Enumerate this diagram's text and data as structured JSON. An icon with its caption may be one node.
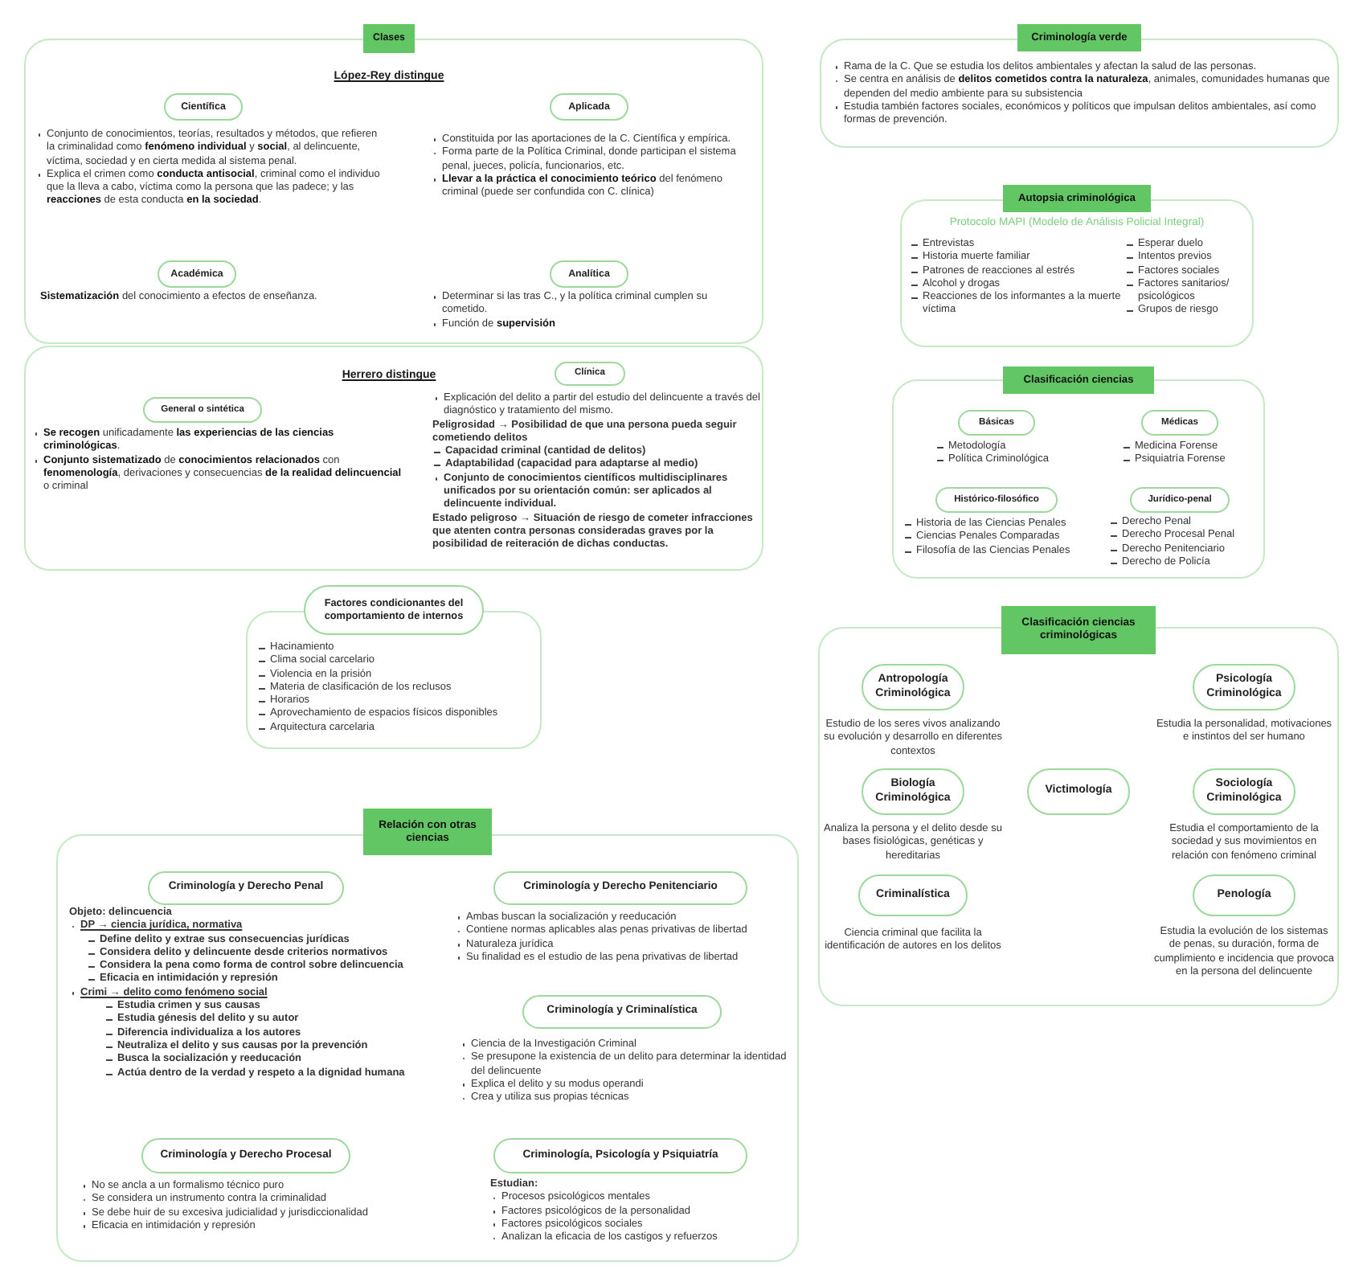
{
  "diagram": {
    "nodes": [
      {
        "text": [
          "Clases",
          "López-Rey distingue"
        ]
      },
      {
        "text": [
          "Científica"
        ],
        "in": 0,
        "beside": [
          "Conjunto de conocimientos, teorías, resultados y métodos, que refieren la criminalidad como **fenómeno individual** y **social**, al delincuente, víctima, sociedad y en cierta medida al sistema penal.",
          "Explica el crimen como **conducta antisocial**, criminal como el individuo que la lleva a cabo, víctima como la persona que las padece; y las **reacciones** de esta conducta **en la sociedad**."
        ]
      },
      {
        "text": [
          "Aplicada"
        ],
        "in": 0,
        "beside": [
          "Constituida por las aportaciones de la C. Científica y empírica.",
          "Forma parte de la Política Criminal, donde participan el sistema penal, jueces, policía, funcionarios, etc.",
          "**Llevar a la práctica el conocimiento teórico** del fenómeno criminal (puede ser confundida con C. clínica)"
        ]
      },
      {
        "text": [
          "Académica"
        ],
        "in": 0,
        "beside": [
          "**Sistematización** del conocimiento a efectos de enseñanza."
        ]
      },
      {
        "text": [
          "Analítica"
        ],
        "in": 0,
        "beside": [
          "Determinar si las tras C., y la política criminal cumplen su cometido.",
          "Función de **supervisión**"
        ]
      },
      {
        "text": [
          "Herrero distingue"
        ]
      },
      {
        "text": [
          "General o sintética"
        ],
        "in": 5,
        "beside": [
          "**Se recogen** unificadamente **las experiencias de las ciencias criminológicas**.",
          "**Conjunto sistematizado** de **conocimientos relacionados** con **fenomenología**, derivaciones y consecuencias **de la realidad delincuencial** o criminal"
        ]
      },
      {
        "text": [
          "Clínica"
        ],
        "in": 5,
        "beside": [
          "Explicación del delito a partir del estudio del delincuente a través del diagnóstico y tratamiento del mismo.",
          "Peligrosidad → Posibilidad de que una persona pueda seguir cometiendo delitos",
          "Capacidad criminal (cantidad de delitos)",
          "Adaptabilidad (capacidad para adaptarse al medio)",
          "Conjunto de conocimientos científicos multidisciplinares unificados por su orientación común: ser aplicados al delincuente individual.",
          "Estado peligroso → Situación de riesgo de cometer infracciones que atenten contra personas consideradas graves por la posibilidad de reiteración de dichas conductas."
        ]
      },
      {
        "text": [
          "Factores condicionantes del comportamiento de internos",
          "Hacinamiento",
          "Clima social carcelario",
          "Violencia en la prisión",
          "Materia de clasificación de los reclusos",
          "Horarios",
          "Aprovechamiento de espacios físicos disponibles",
          "Arquitectura carcelaria"
        ]
      },
      {
        "text": [
          "Relación con otras ciencias"
        ]
      },
      {
        "text": [
          "Criminología y Derecho Penal"
        ],
        "in": 9,
        "beside": [
          "Objeto: delincuencia",
          "DP → ciencia jurídica, normativa",
          "Define delito y extrae sus consecuencias jurídicas",
          "Considera delito y delincuente desde criterios normativos",
          "Considera la pena como forma de control sobre delincuencia",
          "Eficacia en intimidación y represión",
          "Crimi → delito como fenómeno social",
          "Estudia crimen y sus causas",
          "Estudia génesis del delito y su autor",
          "Diferencia individualiza a los autores",
          "Neutraliza el delito y sus causas por la prevención",
          "Busca la socialización y reeducación",
          "Actúa dentro de la verdad y respeto a la dignidad humana"
        ]
      },
      {
        "text": [
          "Criminología y Derecho Penitenciario"
        ],
        "in": 9,
        "beside": [
          "Ambas buscan la socialización y reeducación",
          "Contiene normas aplicables alas penas privativas de libertad",
          "Naturaleza jurídica",
          "Su finalidad es el estudio de las pena privativas de libertad"
        ]
      },
      {
        "text": [
          "Criminología y Criminalística"
        ],
        "in": 9,
        "beside": [
          "Ciencia de la Investigación Criminal",
          "Se presupone la existencia de un delito para determinar la identidad del delincuente",
          "Explica el delito y su modus operandi",
          "Crea y utiliza sus propias técnicas"
        ]
      },
      {
        "text": [
          "Criminología y Derecho Procesal"
        ],
        "in": 9,
        "beside": [
          "No se ancla a un formalismo técnico puro",
          "Se considera un instrumento contra la criminalidad",
          "Se debe huir de su excesiva judicialidad y jurisdiccionalidad",
          "Eficacia en intimidación y represión"
        ]
      },
      {
        "text": [
          "Criminología, Psicología y Psiquiatría"
        ],
        "in": 9,
        "beside": [
          "Estudian:",
          "Procesos psicológicos mentales",
          "Factores psicológicos de la personalidad",
          "Factores psicológicos sociales",
          "Analizan la eficacia de los castigos y refuerzos"
        ]
      },
      {
        "text": [
          "Criminología verde",
          "Rama de la C. Que se estudia los delitos ambientales y afectan la salud de las personas.",
          "Se centra en análisis de **delitos cometidos contra la naturaleza**, animales, comunidades humanas que dependen del medio ambiente para su subsistencia",
          "Estudia también factores sociales, económicos y políticos que impulsan delitos ambientales, así como formas de prevención."
        ]
      },
      {
        "text": [
          "Autopsia criminológica",
          "Protocolo MAPI (Modelo de Análisis Policial Integral)",
          "Entrevistas",
          "Historia muerte familiar",
          "Patrones de reacciones al estrés",
          "Alcohol y drogas",
          "Reacciones de los informantes a la muerte víctima",
          "Esperar duelo",
          "Intentos previos",
          "Factores sociales",
          "Factores sanitarios/ psicológicos",
          "Grupos de riesgo"
        ]
      },
      {
        "text": [
          "Clasificación ciencias"
        ]
      },
      {
        "text": [
          "Básicas"
        ],
        "in": 17,
        "beside": [
          "Metodología",
          "Política Criminológica"
        ]
      },
      {
        "text": [
          "Médicas"
        ],
        "in": 17,
        "beside": [
          "Medicina Forense",
          "Psiquiatría Forense"
        ]
      },
      {
        "text": [
          "Histórico-filosófico"
        ],
        "in": 17,
        "beside": [
          "Historia de las Ciencias Penales",
          "Ciencias Penales Comparadas",
          "Filosofía de las Ciencias Penales"
        ]
      },
      {
        "text": [
          "Jurídico-penal"
        ],
        "in": 17,
        "beside": [
          "Derecho Penal",
          "Derecho Procesal Penal",
          "Derecho Penitenciario",
          "Derecho de Policía"
        ]
      },
      {
        "text": [
          "Clasificación ciencias criminológicas"
        ]
      },
      {
        "text": [
          "Antropología Criminológica"
        ],
        "in": 22,
        "beside": [
          "Estudio de los seres vivos analizando su evolución y desarrollo en diferentes contextos"
        ]
      },
      {
        "text": [
          "Psicología Criminológica"
        ],
        "in": 22,
        "beside": [
          "Estudia la personalidad, motivaciones e instintos del ser humano"
        ]
      },
      {
        "text": [
          "Biología Criminológica"
        ],
        "in": 22,
        "beside": [
          "Analiza la persona y el delito desde su bases fisiológicas, genéticas y hereditarias"
        ]
      },
      {
        "text": [
          "Victimología"
        ],
        "in": 22
      },
      {
        "text": [
          "Sociología Criminológica"
        ],
        "in": 22,
        "beside": [
          "Estudia el comportamiento de la sociedad y sus movimientos en relación con fenómeno criminal"
        ]
      },
      {
        "text": [
          "Criminalística"
        ],
        "in": 22,
        "beside": [
          "Ciencia criminal que facilita la identificación de autores en los delitos"
        ]
      },
      {
        "text": [
          "Penología"
        ],
        "in": 22,
        "beside": [
          "Estudia la evolución de los sistemas de penas, su duración, forma de cumplimiento e incidencia que provoca en la persona del delincuente"
        ]
      }
    ]
  }
}
